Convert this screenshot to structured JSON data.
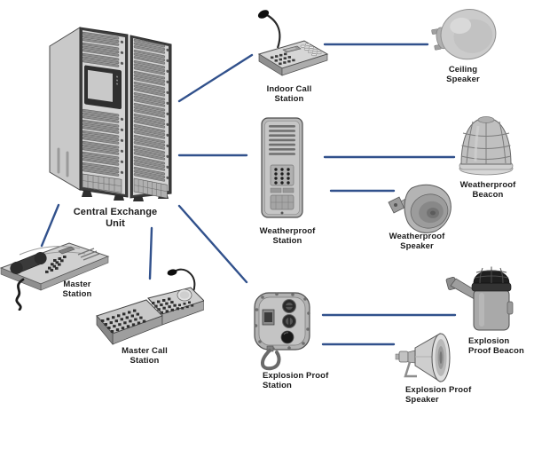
{
  "diagram": {
    "line_color": "#31518c",
    "labels": {
      "central_exchange_unit": "Central Exchange Unit",
      "indoor_call_station": "Indoor Call Station",
      "ceiling_speaker": "Ceiling Speaker",
      "weatherproof_station": "Weatherproof Station",
      "weatherproof_beacon": "Weatherproof Beacon",
      "weatherproof_speaker": "Weatherproof Speaker",
      "master_station": "Master Station",
      "master_call_station": "Master Call Station",
      "explosion_proof_station": "Explosion Proof Station",
      "explosion_proof_beacon": "Explosion Proof Beacon",
      "explosion_proof_speaker": "Explosion Proof Speaker"
    },
    "connections": [
      {
        "from": "Central Exchange Unit",
        "to": "Indoor Call Station"
      },
      {
        "from": "Indoor Call Station",
        "to": "Ceiling Speaker"
      },
      {
        "from": "Central Exchange Unit",
        "to": "Weatherproof Station"
      },
      {
        "from": "Weatherproof Station",
        "to": "Weatherproof Beacon"
      },
      {
        "from": "Weatherproof Station",
        "to": "Weatherproof Speaker"
      },
      {
        "from": "Central Exchange Unit",
        "to": "Master Station"
      },
      {
        "from": "Central Exchange Unit",
        "to": "Master Call Station"
      },
      {
        "from": "Central Exchange Unit",
        "to": "Explosion Proof Station"
      },
      {
        "from": "Explosion Proof Station",
        "to": "Explosion Proof Beacon"
      },
      {
        "from": "Explosion Proof Station",
        "to": "Explosion Proof Speaker"
      }
    ]
  }
}
